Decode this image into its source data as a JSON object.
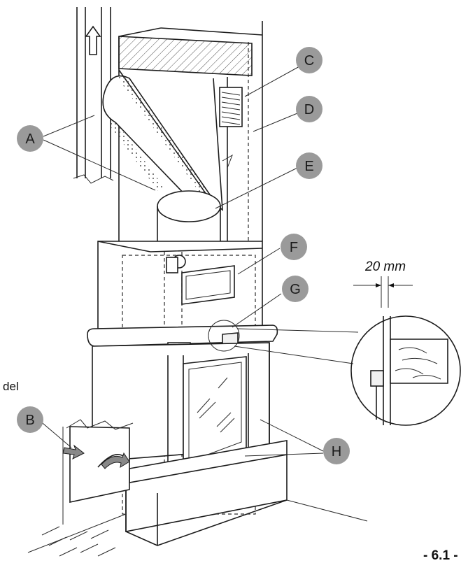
{
  "labels": {
    "A": "A",
    "B": "B",
    "C": "C",
    "D": "D",
    "E": "E",
    "F": "F",
    "G": "G",
    "H": "H"
  },
  "dimension": "20 mm",
  "side_text": "del",
  "figure_number": "- 6.1 -",
  "colors": {
    "callout_fill": "#9a9a9a",
    "line": "#1c1c1c"
  }
}
